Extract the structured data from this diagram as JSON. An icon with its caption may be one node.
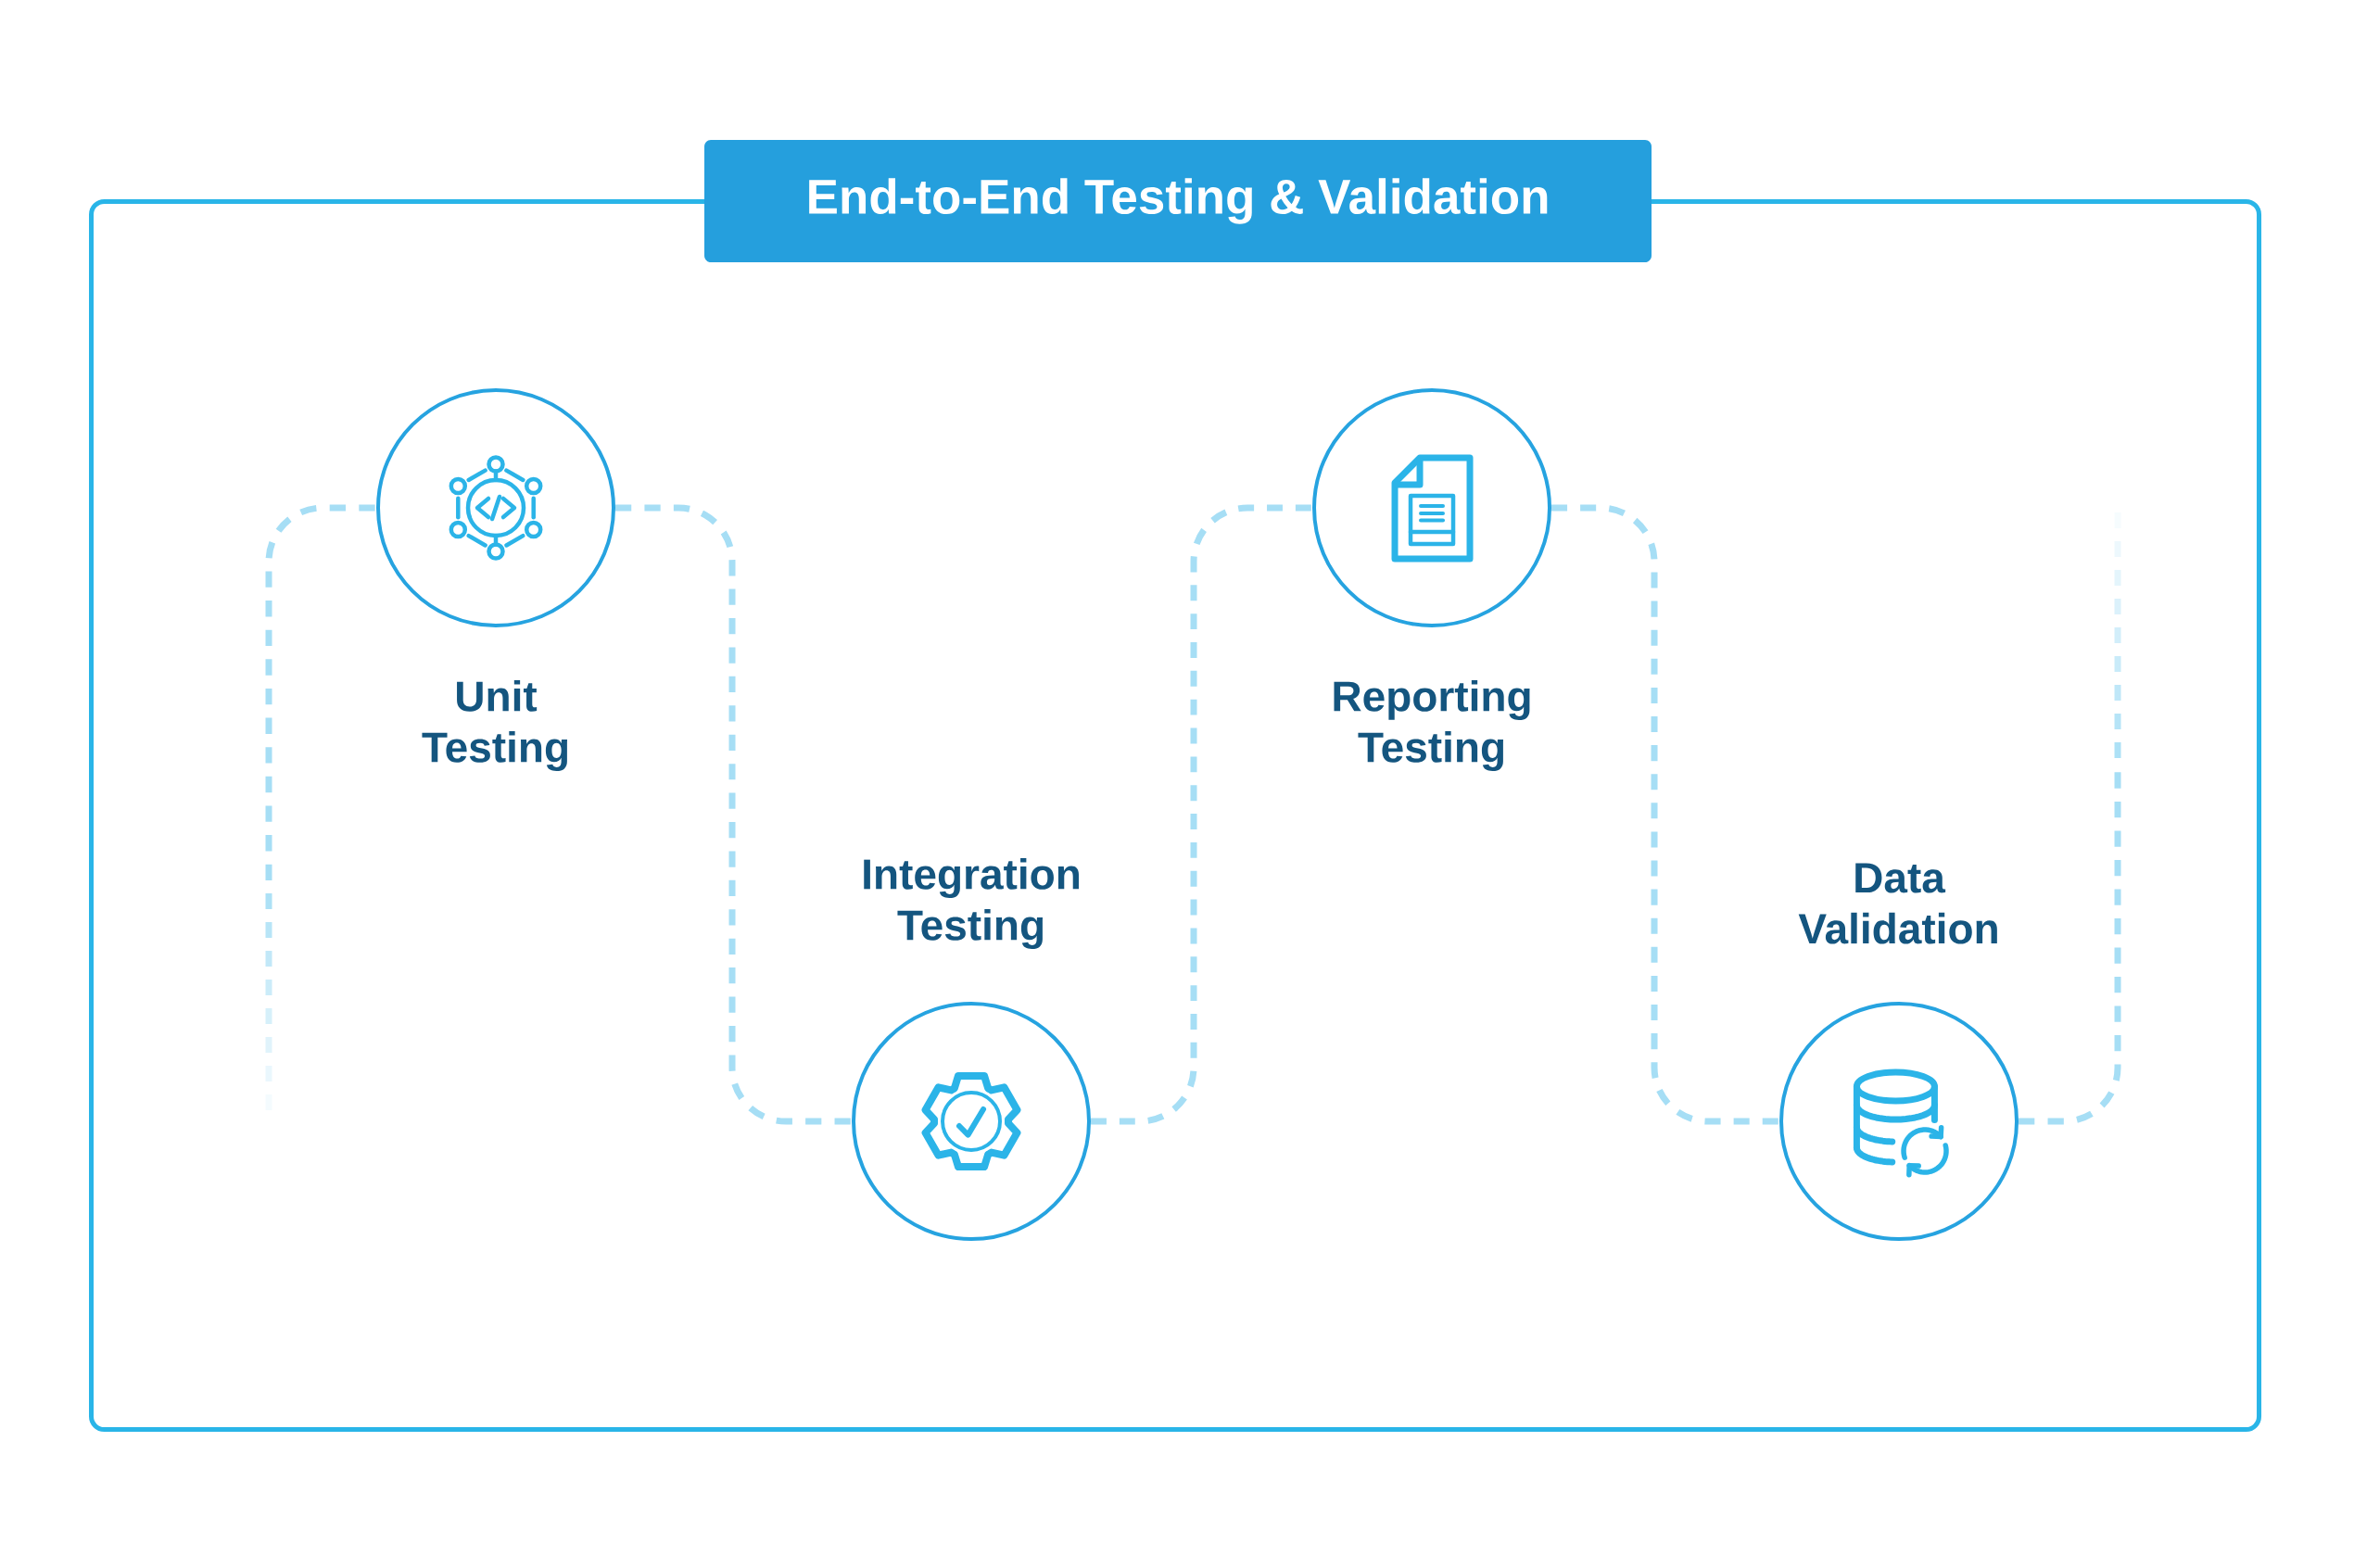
{
  "diagram": {
    "nodes": [
      {
        "text": [
          "End-to-End Testing & Validation"
        ]
      },
      {
        "text": [
          "Unit Testing"
        ],
        "in": 0
      },
      {
        "text": [
          "Integration Testing"
        ],
        "in": 0
      },
      {
        "text": [
          "Reporting Testing"
        ],
        "in": 0
      },
      {
        "text": [
          "Data Validation"
        ],
        "in": 0
      }
    ],
    "edges": [
      {
        "from": null,
        "to": 1,
        "arrow": "none",
        "style": "dashed"
      },
      {
        "from": 1,
        "to": 2,
        "arrow": "none",
        "style": "dashed"
      },
      {
        "from": 2,
        "to": 3,
        "arrow": "none",
        "style": "dashed"
      },
      {
        "from": 3,
        "to": 4,
        "arrow": "none",
        "style": "dashed"
      },
      {
        "from": 4,
        "to": null,
        "arrow": "none",
        "style": "dashed"
      }
    ]
  }
}
